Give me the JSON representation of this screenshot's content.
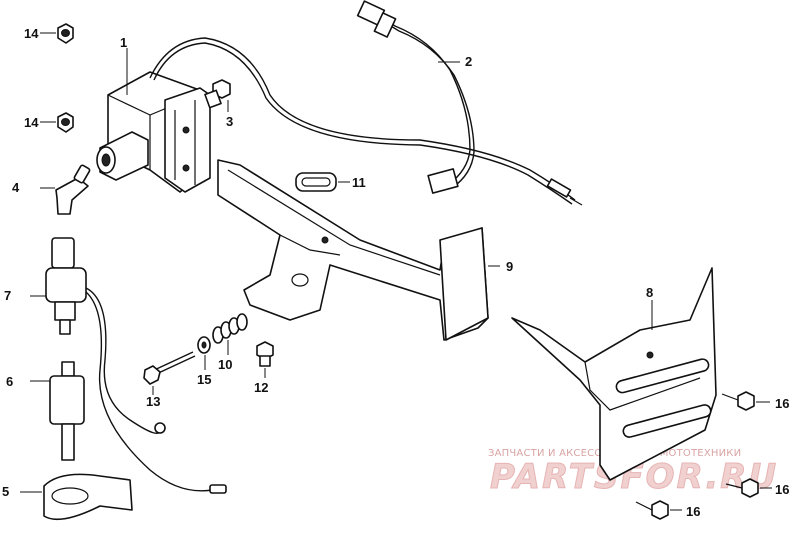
{
  "callouts": {
    "c1": "1",
    "c2": "2",
    "c3": "3",
    "c4": "4",
    "c5": "5",
    "c6": "6",
    "c7": "7",
    "c8": "8",
    "c9": "9",
    "c10": "10",
    "c11": "11",
    "c12": "12",
    "c13": "13",
    "c14a": "14",
    "c14b": "14",
    "c15": "15",
    "c16a": "16",
    "c16b": "16",
    "c16c": "16"
  },
  "watermark": {
    "tagline": "ЗАПЧАСТИ И АКСЕССУАРЫ ДЛЯ МОТОТЕХНИКИ",
    "logo": "PARTSFOR.RU"
  }
}
